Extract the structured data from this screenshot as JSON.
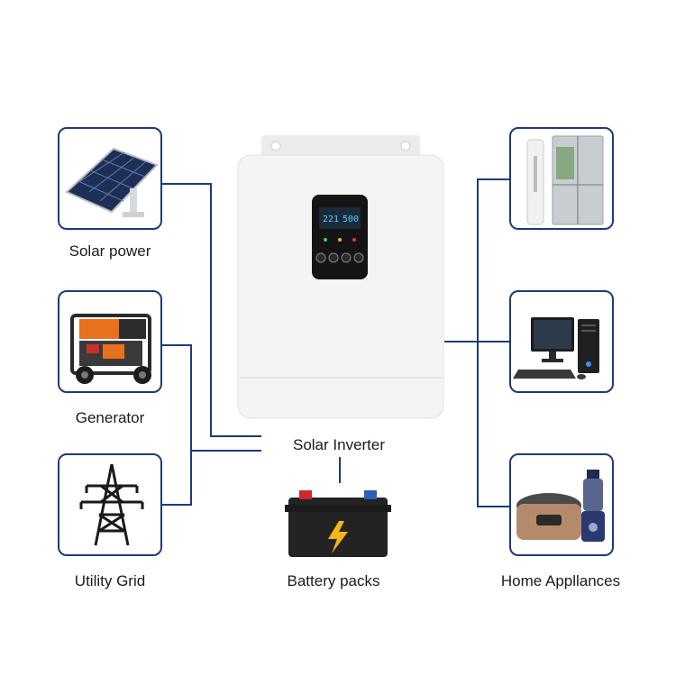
{
  "diagram": {
    "colors": {
      "wire": "#1f3a78",
      "card_border": "#1f3a78",
      "inverter_body": "#f4f4f4",
      "battery_body": "#232323",
      "battery_bolt": "#f5b616",
      "battery_plus": "#d0282c",
      "battery_minus": "#2b5fb8"
    },
    "sources": [
      {
        "label": "Solar power",
        "icon": "solar-panel-icon"
      },
      {
        "label": "Generator",
        "icon": "generator-icon"
      },
      {
        "label": "Utility Grid",
        "icon": "power-tower-icon"
      }
    ],
    "center": {
      "inverter_label": "Solar Inverter",
      "inverter_icon": "inverter-icon",
      "battery_label": "Battery packs",
      "battery_icon": "battery-icon"
    },
    "loads": {
      "label": "Home Appllances",
      "items": [
        {
          "icon": "fridge-aircon-icon"
        },
        {
          "icon": "desktop-computer-icon"
        },
        {
          "icon": "rice-cooker-blender-icon"
        }
      ]
    },
    "inverter_display": {
      "voltage": "221",
      "power": "500"
    }
  }
}
